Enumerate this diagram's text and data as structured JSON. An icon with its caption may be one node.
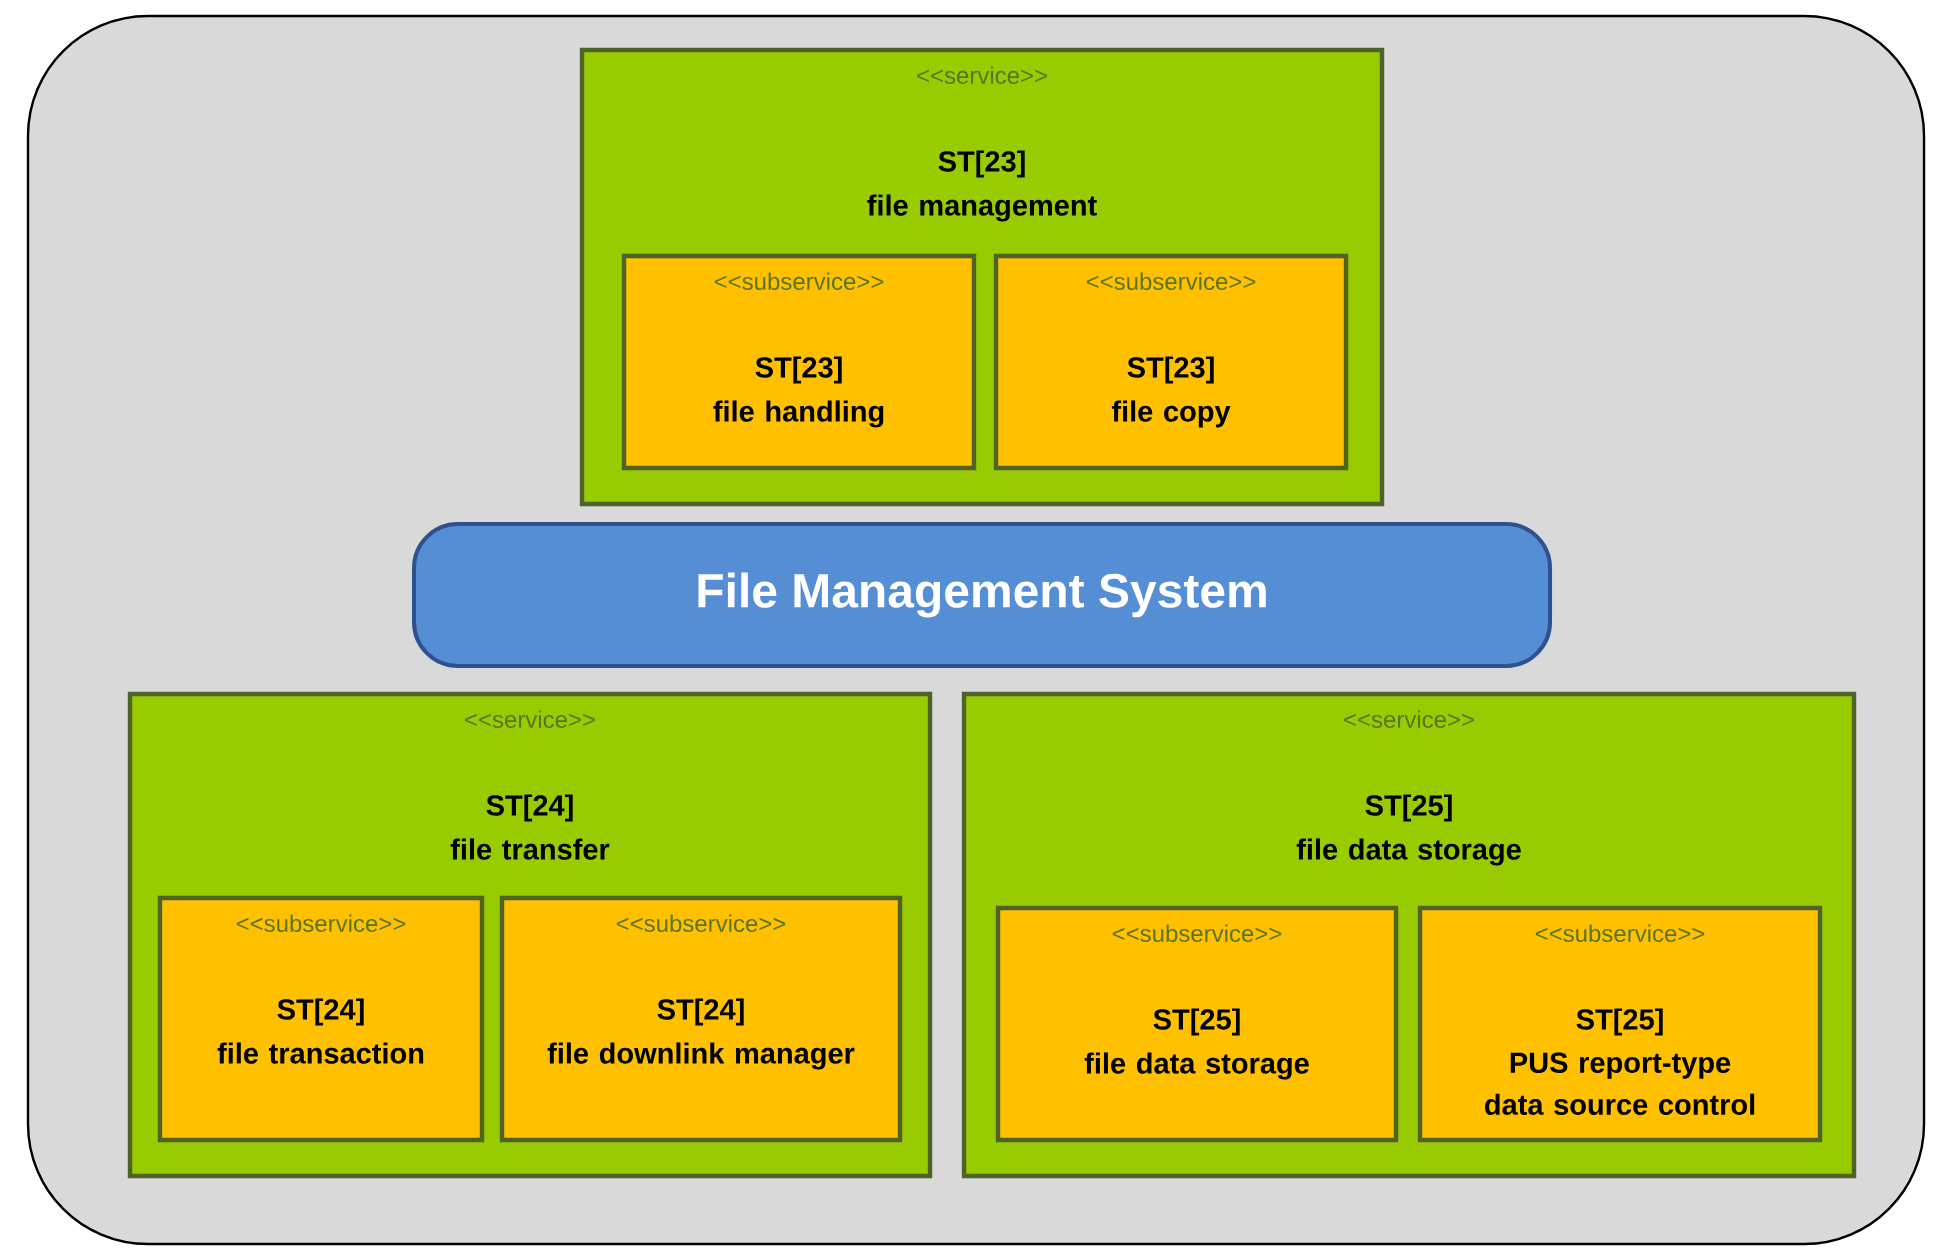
{
  "diagram": {
    "nodes": [
      {
        "text": [
          "<<service>>",
          "ST[23]",
          "file management"
        ]
      },
      {
        "text": [
          "<<subservice>>",
          "ST[23]",
          "file handling"
        ],
        "in": 0
      },
      {
        "text": [
          "<<subservice>>",
          "ST[23]",
          "file copy"
        ],
        "in": 0
      },
      {
        "text": [
          "File Management System"
        ]
      },
      {
        "text": [
          "<<service>>",
          "ST[24]",
          "file transfer"
        ]
      },
      {
        "text": [
          "<<subservice>>",
          "ST[24]",
          "file transaction"
        ],
        "in": 4
      },
      {
        "text": [
          "<<subservice>>",
          "ST[24]",
          "file downlink manager"
        ],
        "in": 4
      },
      {
        "text": [
          "<<service>>",
          "ST[25]",
          "file data storage"
        ]
      },
      {
        "text": [
          "<<subservice>>",
          "ST[25]",
          "file data storage"
        ],
        "in": 7
      },
      {
        "text": [
          "<<subservice>>",
          "ST[25]",
          "PUS report-type data source control"
        ],
        "in": 7
      }
    ]
  }
}
